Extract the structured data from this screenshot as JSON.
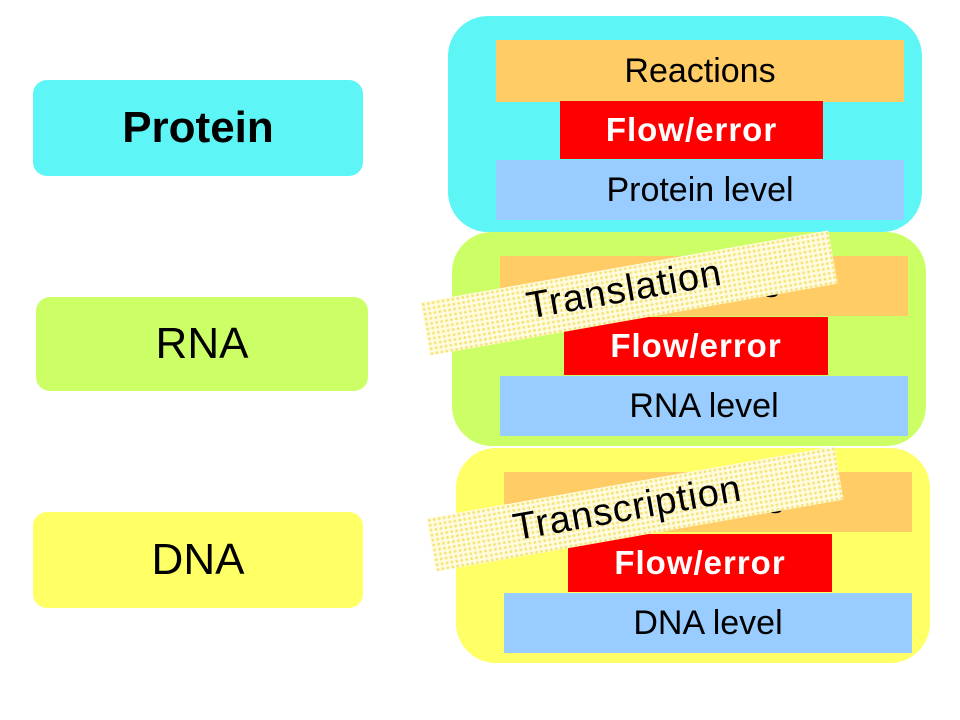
{
  "left_labels": {
    "protein": "Protein",
    "rna": "RNA",
    "dna": "DNA"
  },
  "panels": {
    "protein": {
      "top_bar": "Reactions",
      "flow": "Flow/error",
      "bottom_bar": "Protein level"
    },
    "rna": {
      "top_bar": "Reactions",
      "flow": "Flow/error",
      "bottom_bar": "RNA level"
    },
    "dna": {
      "top_bar": "Reactions",
      "flow": "Flow/error",
      "bottom_bar": "DNA level"
    }
  },
  "banners": {
    "translation": "Translation",
    "transcription": "Transcription"
  },
  "colors": {
    "protein": "#5ef5f7",
    "rna": "#ccff66",
    "dna": "#ffff66",
    "reactions": "#ffcc66",
    "flow": "#ff0000",
    "level": "#99ccff"
  }
}
